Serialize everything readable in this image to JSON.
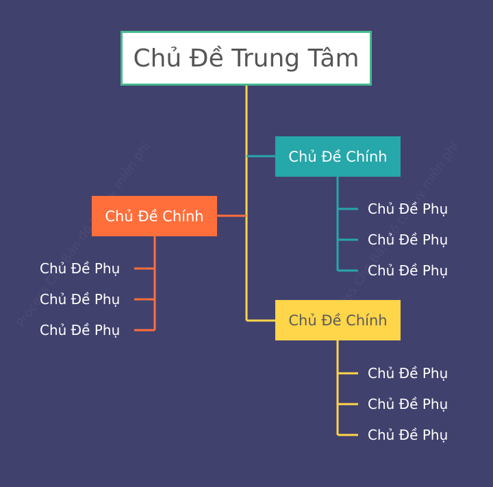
{
  "central": {
    "label": "Chủ Đề Trung Tâm"
  },
  "branches": [
    {
      "label": "Chủ Đề Chính",
      "color": "#26a7a9",
      "subtopics": [
        "Chủ Đề Phụ",
        "Chủ Đề Phụ",
        "Chủ Đề Phụ"
      ]
    },
    {
      "label": "Chủ Đề Chính",
      "color": "#ff6f3c",
      "subtopics": [
        "Chủ Đề Phụ",
        "Chủ Đề Phụ",
        "Chủ Đề Phụ"
      ]
    },
    {
      "label": "Chủ Đề Chính",
      "color": "#ffd54a",
      "subtopics": [
        "Chủ Đề Phụ",
        "Chủ Đề Phụ",
        "Chủ Đề Phụ"
      ]
    }
  ],
  "colors": {
    "background": "#41416e",
    "central_border": "#46b98c",
    "trunk": "#ffd54a"
  }
}
